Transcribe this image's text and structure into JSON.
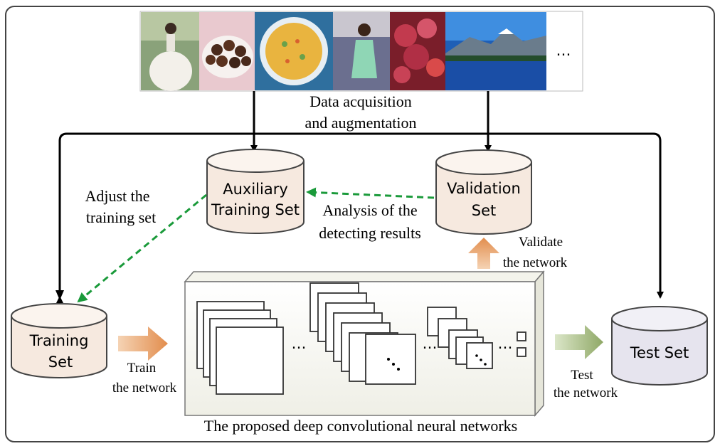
{
  "images": {
    "items": [
      {
        "name": "photo-woman-white-dress"
      },
      {
        "name": "photo-chocolates"
      },
      {
        "name": "photo-soup-bowl"
      },
      {
        "name": "photo-woman-green-dress"
      },
      {
        "name": "photo-red-flowers"
      },
      {
        "name": "photo-mountain-lake"
      }
    ],
    "ellipsis": "…"
  },
  "labels": {
    "data_acquisition_1": "Data acquisition",
    "data_acquisition_2": "and augmentation",
    "adjust_1": "Adjust the",
    "adjust_2": "training set",
    "analysis_1": "Analysis of the",
    "analysis_2": "detecting results",
    "validate_1": "Validate",
    "validate_2": "the network",
    "train_1": "Train",
    "train_2": "the network",
    "test_1": "Test",
    "test_2": "the network",
    "cnn_caption": "The proposed deep convolutional neural networks",
    "cnn_dots_1": "…",
    "cnn_dots_2": "…",
    "cnn_dots_3": "…"
  },
  "databases": {
    "auxiliary": {
      "line1": "Auxiliary",
      "line2": "Training Set"
    },
    "validation": {
      "line1": "Validation",
      "line2": "Set"
    },
    "training": {
      "line1": "Training",
      "line2": "Set"
    },
    "test": {
      "line1": "Test Set"
    }
  },
  "colors": {
    "cylinder_fill": "#f6e9df",
    "test_fill": "#e6e4ee",
    "dashed_arrow": "#1a9a3a",
    "orange_arrow": "#e8a26a",
    "green_arrow": "#9eb37a"
  }
}
